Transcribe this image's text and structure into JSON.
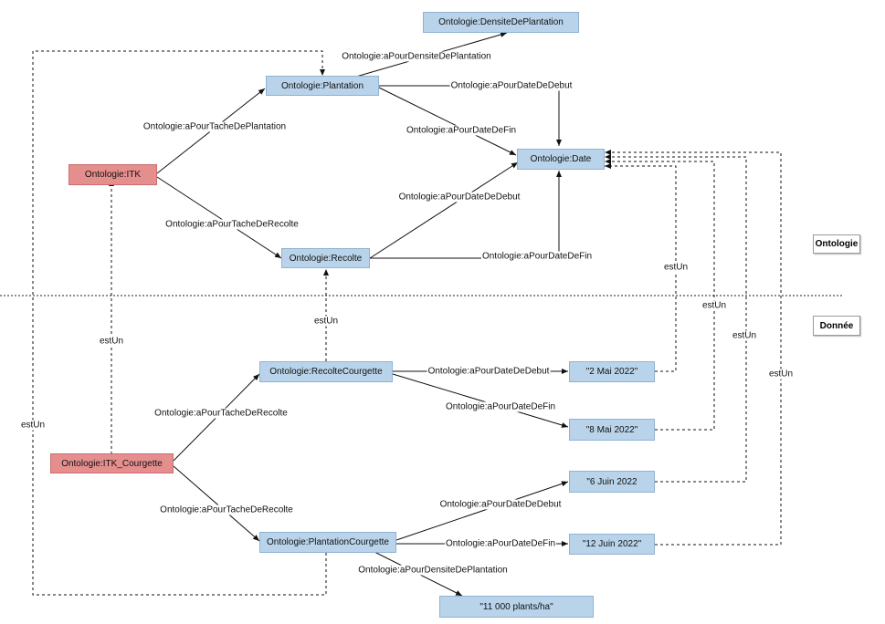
{
  "nodes": {
    "densite": "Ontologie:DensiteDePlantation",
    "plantation": "Ontologie:Plantation",
    "itk": "Ontologie:ITK",
    "date": "Ontologie:Date",
    "recolte": "Ontologie:Recolte",
    "recolte_courgette": "Ontologie:RecolteCourgette",
    "itk_courgette": "Ontologie:ITK_Courgette",
    "plantation_courgette": "Ontologie:PlantationCourgette",
    "date_2mai": "\"2 Mai 2022\"",
    "date_8mai": "\"8 Mai 2022\"",
    "date_6juin": "\"6 Juin 2022",
    "date_12juin": "\"12 Juin 2022\"",
    "densite_val": "\"11 000 plants/ha\""
  },
  "zones": {
    "ontologie": "Ontologie",
    "donnee": "Donnée"
  },
  "edges": {
    "a_pour_densite": "Ontologie:aPourDensiteDePlantation",
    "plant_debut": "Ontologie:aPourDateDeDebut",
    "itk_tache_plant": "Ontologie:aPourTacheDePlantation",
    "plant_fin": "Ontologie:aPourDateDeFin",
    "recolte_debut": "Ontologie:aPourDateDeDebut",
    "itk_tache_recolte": "Ontologie:aPourTacheDeRecolte",
    "recolte_fin": "Ontologie:aPourDateDeFin",
    "rc_debut": "Ontologie:aPourDateDeDebut",
    "rc_fin": "Ontologie:aPourDateDeFin",
    "itkc_recolte": "Ontologie:aPourTacheDeRecolte",
    "itkc_recolte2": "Ontologie:aPourTacheDeRecolte",
    "pc_debut": "Ontologie:aPourDateDeDebut",
    "pc_fin": "Ontologie:aPourDateDeFin",
    "pc_densite": "Ontologie:aPourDensiteDePlantation",
    "estun": "estUn"
  }
}
